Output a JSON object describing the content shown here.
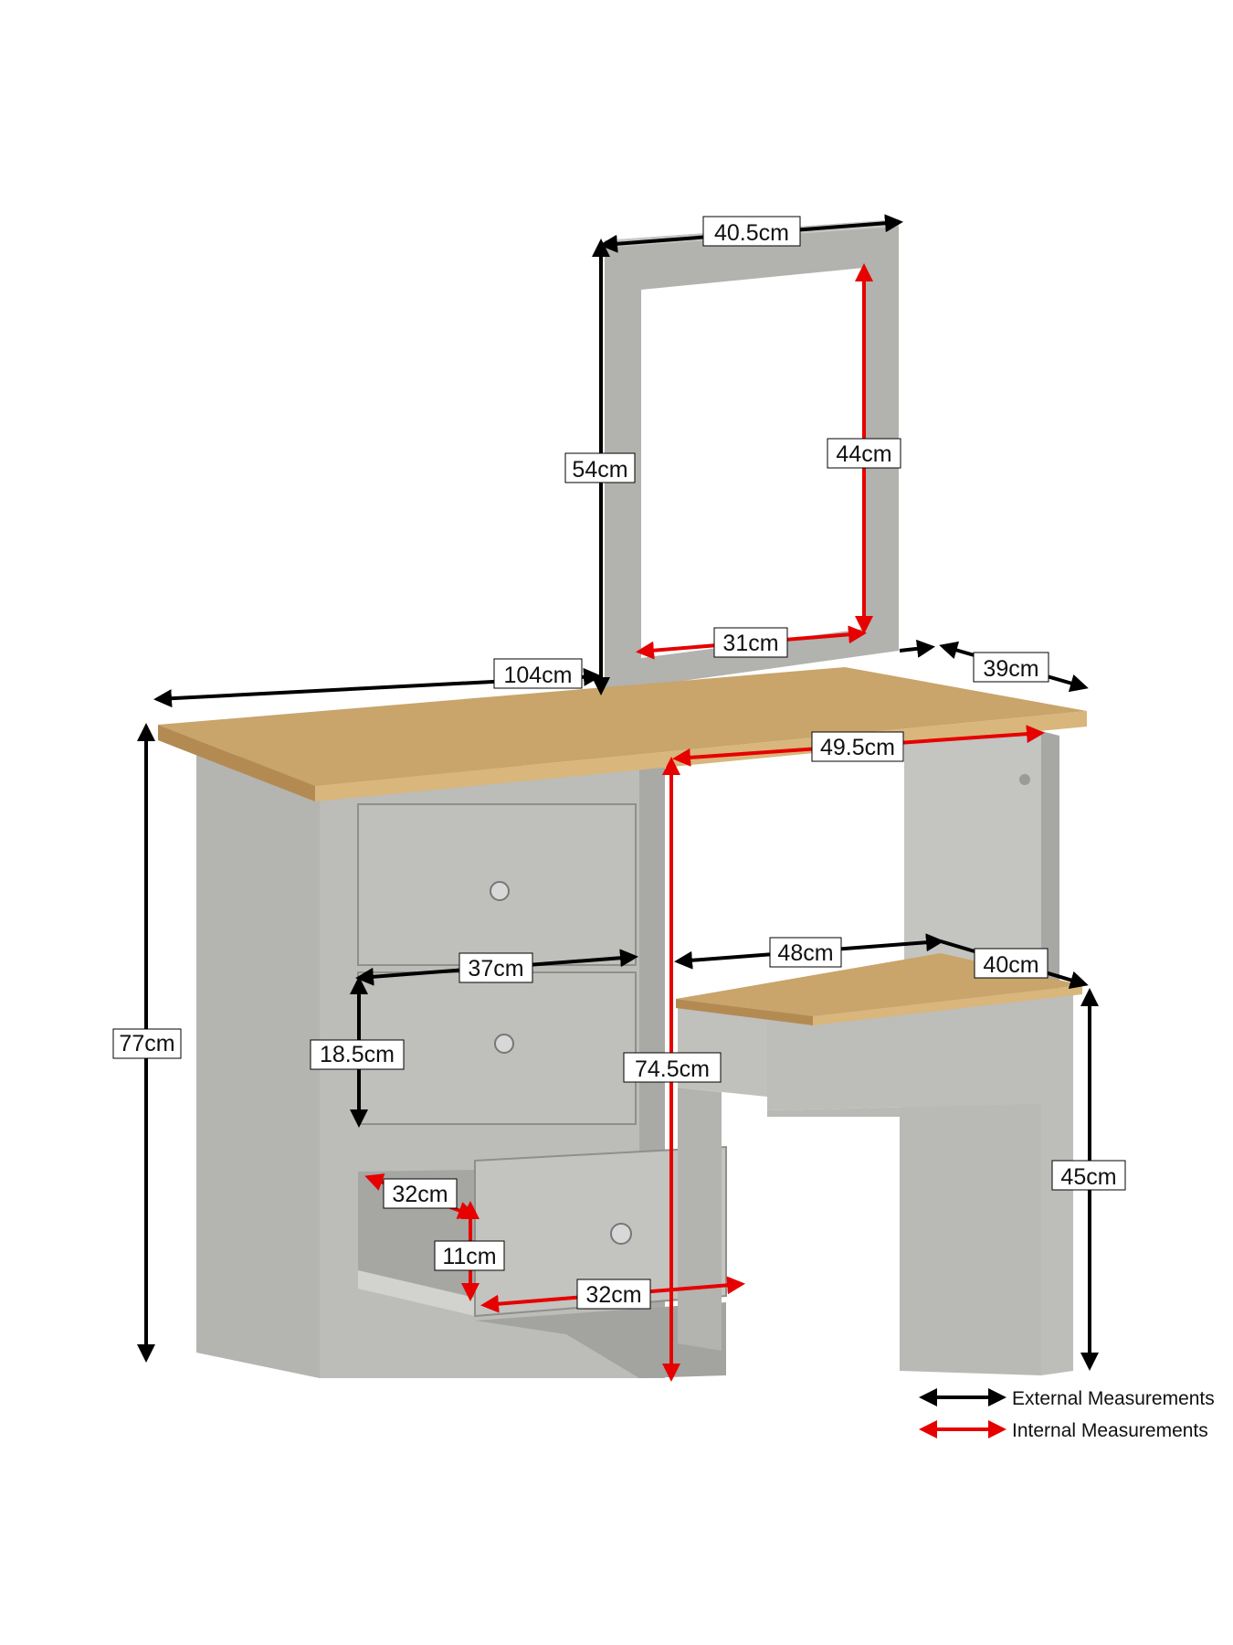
{
  "colors": {
    "external": "#000000",
    "internal": "#e60000",
    "body_grey": "#b9b9b6",
    "wood": "#c8a66b"
  },
  "measurements": {
    "mirror_width": "40.5cm",
    "mirror_height": "54cm",
    "glass_height": "44cm",
    "glass_width": "31cm",
    "table_width": "104cm",
    "table_depth": "39cm",
    "knee_width": "49.5cm",
    "table_height": "77cm",
    "drawer_width": "37cm",
    "drawer_height": "18.5cm",
    "knee_height": "74.5cm",
    "stool_width": "48cm",
    "stool_depth": "40cm",
    "stool_height": "45cm",
    "drawer_inner_depth": "32cm",
    "drawer_inner_height": "11cm",
    "drawer_inner_width": "32cm"
  },
  "legend": {
    "external": "External Measurements",
    "internal": "Internal Measurements"
  }
}
